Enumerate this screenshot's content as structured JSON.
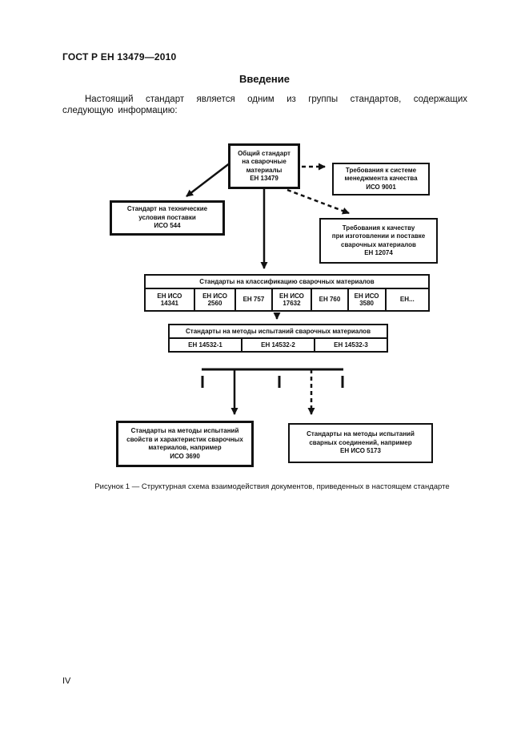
{
  "page": {
    "doc_number": "ГОСТ Р ЕН 13479—2010",
    "section_title": "Введение",
    "intro_paragraph": "Настоящий стандарт является одним из группы стандартов, содержащих следующую информацию:",
    "figure_caption": "Рисунок 1 — Структурная схема взаимодействия документов, приведенных в настоящем стандарте",
    "page_number": "IV"
  },
  "diagram": {
    "general_standard": {
      "lines": [
        "Общий стандарт",
        "на сварочные",
        "материалы",
        "ЕН 13479"
      ]
    },
    "qms_requirements": {
      "lines": [
        "Требования к системе",
        "менеджмента качества",
        "ИСО 9001"
      ]
    },
    "supply_conditions": {
      "lines": [
        "Стандарт на технические",
        "условия поставки",
        "ИСО 544"
      ]
    },
    "quality_requirements": {
      "lines": [
        "Требования к качеству",
        "при изготовлении и поставке",
        "сварочных материалов",
        "ЕН 12074"
      ]
    },
    "classification_table": {
      "header": "Стандарты на классификацию сварочных материалов",
      "cells": [
        [
          "ЕН ИСО",
          "14341"
        ],
        [
          "ЕН ИСО",
          "2560"
        ],
        [
          "ЕН 757"
        ],
        [
          "ЕН ИСО",
          "17632"
        ],
        [
          "ЕН 760"
        ],
        [
          "ЕН ИСО",
          "3580"
        ],
        [
          "ЕН..."
        ]
      ]
    },
    "test_methods_table": {
      "header": "Стандарты на методы испытаний сварочных материалов",
      "cells": [
        "ЕН 14532-1",
        "ЕН 14532-2",
        "ЕН 14532-3"
      ]
    },
    "materials_test_box": {
      "lines": [
        "Стандарты на методы испытаний",
        "свойств и характеристик сварочных",
        "материалов, например",
        "ИСО 3690"
      ]
    },
    "joints_test_box": {
      "lines": [
        "Стандарты на методы испытаний",
        "сварных соединений, например",
        "ЕН ИСО 5173"
      ]
    },
    "line_color": "#111111"
  }
}
